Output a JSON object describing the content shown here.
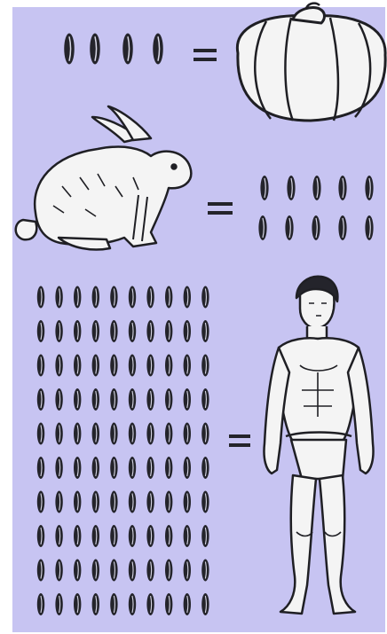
{
  "colors": {
    "background": "#c7c4f2",
    "ink": "#1f1f24",
    "fill": "#f4f4f4"
  },
  "panels": [
    {
      "subject": "pumpkin",
      "bean_count": 4,
      "equals": "="
    },
    {
      "subject": "rabbit",
      "bean_count": 10,
      "equals": "="
    },
    {
      "subject": "man",
      "bean_count": 100,
      "equals": "="
    }
  ]
}
